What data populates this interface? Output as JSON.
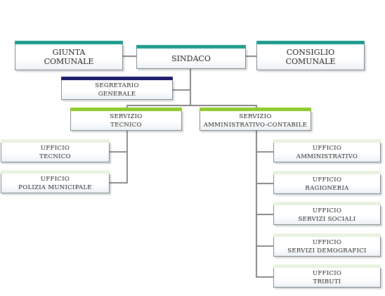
{
  "chart": {
    "sindaco": "SINDACO",
    "giunta": "GIUNTA\nCOMUNALE",
    "consiglio": "CONSIGLIO\nCOMUNALE",
    "segretario": "SEGRETARIO\nGENERALE",
    "servizio_tecnico": "SERVIZIO\nTECNICO",
    "servizio_amm": "SERVIZIO\nAMMINISTRATIVO-CONTABILE",
    "uffici_tecnico": [
      "UFFICIO\nTECNICO",
      "UFFICIO\nPOLIZIA MUNICIPALE"
    ],
    "uffici_amm": [
      "UFFICIO\nAMMINISTRATIVO",
      "UFFICIO\nRAGIONERIA",
      "UFFICIO\nSERVIZI SOCIALI",
      "UFFICIO\nSERVIZI DEMOGRAFICI",
      "UFFICIO\nTRIBUTI"
    ]
  },
  "colors": {
    "accent_teal": "#1f9c8e",
    "accent_navy": "#1c1c6b",
    "accent_lime": "#8fca2c",
    "connector": "#8a8a8a"
  }
}
